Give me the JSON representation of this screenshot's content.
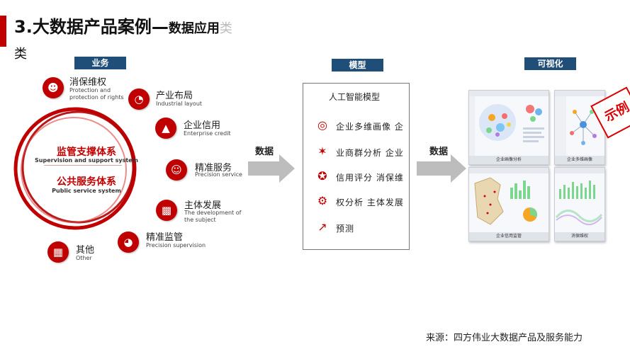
{
  "title": {
    "prefix": "3.",
    "main": "大数据产品案例",
    "dash": "—",
    "sub": "数据应用",
    "faded": "类",
    "wrap": "类"
  },
  "sections": {
    "business": "业务",
    "model": "模型",
    "visual": "可视化"
  },
  "center": {
    "line1_zh": "监管支撑体系",
    "line1_en": "Supervision and support system",
    "line2_zh": "公共服务体系",
    "line2_en": "Public service system"
  },
  "nodes": [
    {
      "zh": "消保维权",
      "en": "Protection and protection of rights",
      "icon": "people-icon"
    },
    {
      "zh": "产业布局",
      "en": "Industrial layout",
      "icon": "pie-icon"
    },
    {
      "zh": "企业信用",
      "en": "Enterprise credit",
      "icon": "thumbs-up-icon"
    },
    {
      "zh": "精准服务",
      "en": "Precision service",
      "icon": "smile-icon"
    },
    {
      "zh": "主体发展",
      "en": "The development of the subject",
      "icon": "bar-chart-icon"
    },
    {
      "zh": "精准监管",
      "en": "Precision supervision",
      "icon": "gauge-icon"
    },
    {
      "zh": "其他",
      "en": "Other",
      "icon": "grid-icon"
    }
  ],
  "arrows": {
    "data1": "数据",
    "data2": "数据"
  },
  "model": {
    "title": "人工智能模型",
    "rows": [
      {
        "text": "企业多维画像 企",
        "icon": "target-icon"
      },
      {
        "text": "业商群分析 企业",
        "icon": "network-icon"
      },
      {
        "text": "信用评分 消保维",
        "icon": "medal-icon"
      },
      {
        "text": "权分析 主体发展",
        "icon": "brain-icon"
      },
      {
        "text": "预测",
        "icon": "trend-icon"
      }
    ]
  },
  "screens": {
    "s1": "企业画像分析",
    "s2": "企业多维画像",
    "s3": "企业信用监管",
    "s4": "消保维权",
    "stamp": "示例"
  },
  "source": "来源：四方伟业大数据产品及服务能力",
  "colors": {
    "brand_red": "#c00000",
    "label_blue": "#1f4e79"
  }
}
